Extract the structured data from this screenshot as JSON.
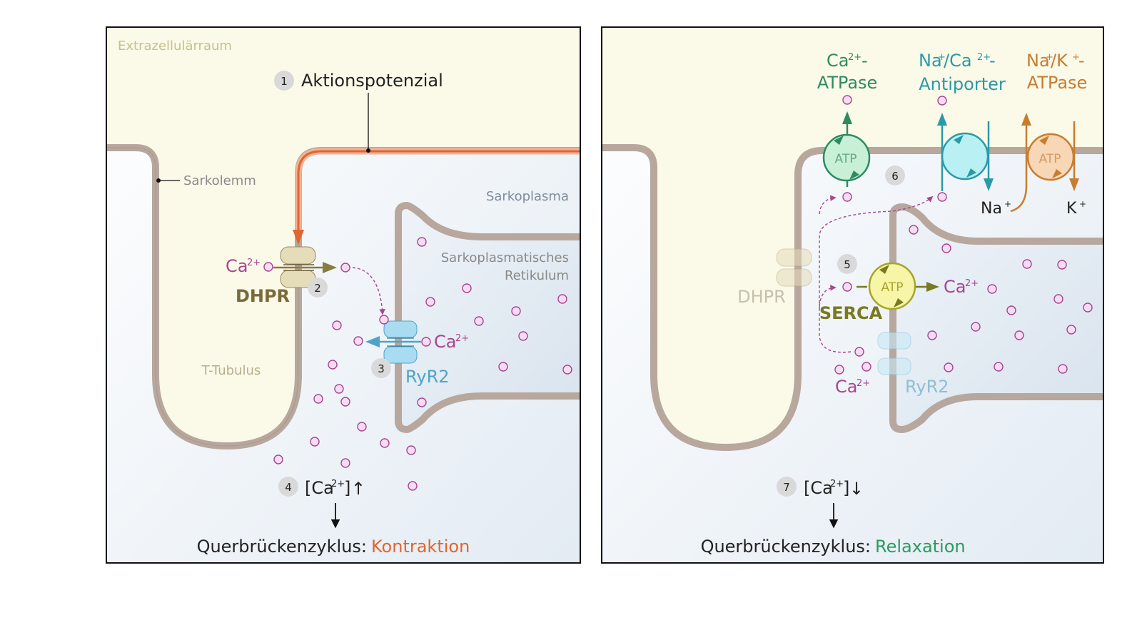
{
  "colors": {
    "extracellular": "#fbf9e8",
    "membrane": "#b7a79d",
    "membrane_dark": "#a39389",
    "action_potential": "#e0662f",
    "calcium": "#a8458f",
    "dhpr": "#7a6a3a",
    "ryr2": "#4fa3c8",
    "ca_atpase": "#2e8b5f",
    "ncx": "#2a9aa8",
    "nak": "#c77d2e",
    "serca": "#787a22",
    "kontraktion": "#e0662f",
    "relaxation": "#2e9a5f"
  },
  "left": {
    "extrazellularraum": "Extrazellulärraum",
    "aktionspotenzial": "Aktionspotenzial",
    "sarkolemm": "Sarkolemm",
    "sarkoplasma": "Sarkoplasma",
    "sr_line1": "Sarkoplasmatisches",
    "sr_line2": "Retikulum",
    "t_tubulus": "T-Tubulus",
    "ca_dhpr": "Ca",
    "ca_sup": "2+",
    "dhpr": "DHPR",
    "ca_ryr": "Ca",
    "ryr2": "RyR2",
    "conc": "[Ca",
    "conc_close": "]",
    "arrow_up": "↑",
    "cycle_label": "Querbrückenzyklus:",
    "cycle_state": "Kontraktion",
    "steps": [
      "1",
      "2",
      "3",
      "4"
    ]
  },
  "right": {
    "ca_atpase_1": "Ca",
    "ca_atpase_sup": "2+",
    "ca_atpase_dash": "-",
    "ca_atpase_2": "ATPase",
    "ncx_na": "Na",
    "ncx_plus": "+",
    "ncx_slash_ca": "/Ca",
    "ncx_sup": "2+",
    "ncx_dash": " -",
    "ncx_2": "Antiporter",
    "nak_na": "Na",
    "nak_plus": "+",
    "nak_k": "/K",
    "nak_plus2": "+",
    "nak_dash": "-",
    "nak_2": "ATPase",
    "atp": "ATP",
    "na": "Na",
    "na_sup": "+",
    "k": "K",
    "k_sup": "+",
    "dhpr": "DHPR",
    "serca": "SERCA",
    "ca_serca": "Ca",
    "ca_sup": "2+",
    "ca_ryr": "Ca",
    "ryr2": "RyR2",
    "conc": "[Ca",
    "conc_close": "]",
    "arrow_down": "↓",
    "cycle_label": "Querbrückenzyklus:",
    "cycle_state": "Relaxation",
    "steps": [
      "5",
      "6",
      "7"
    ]
  }
}
